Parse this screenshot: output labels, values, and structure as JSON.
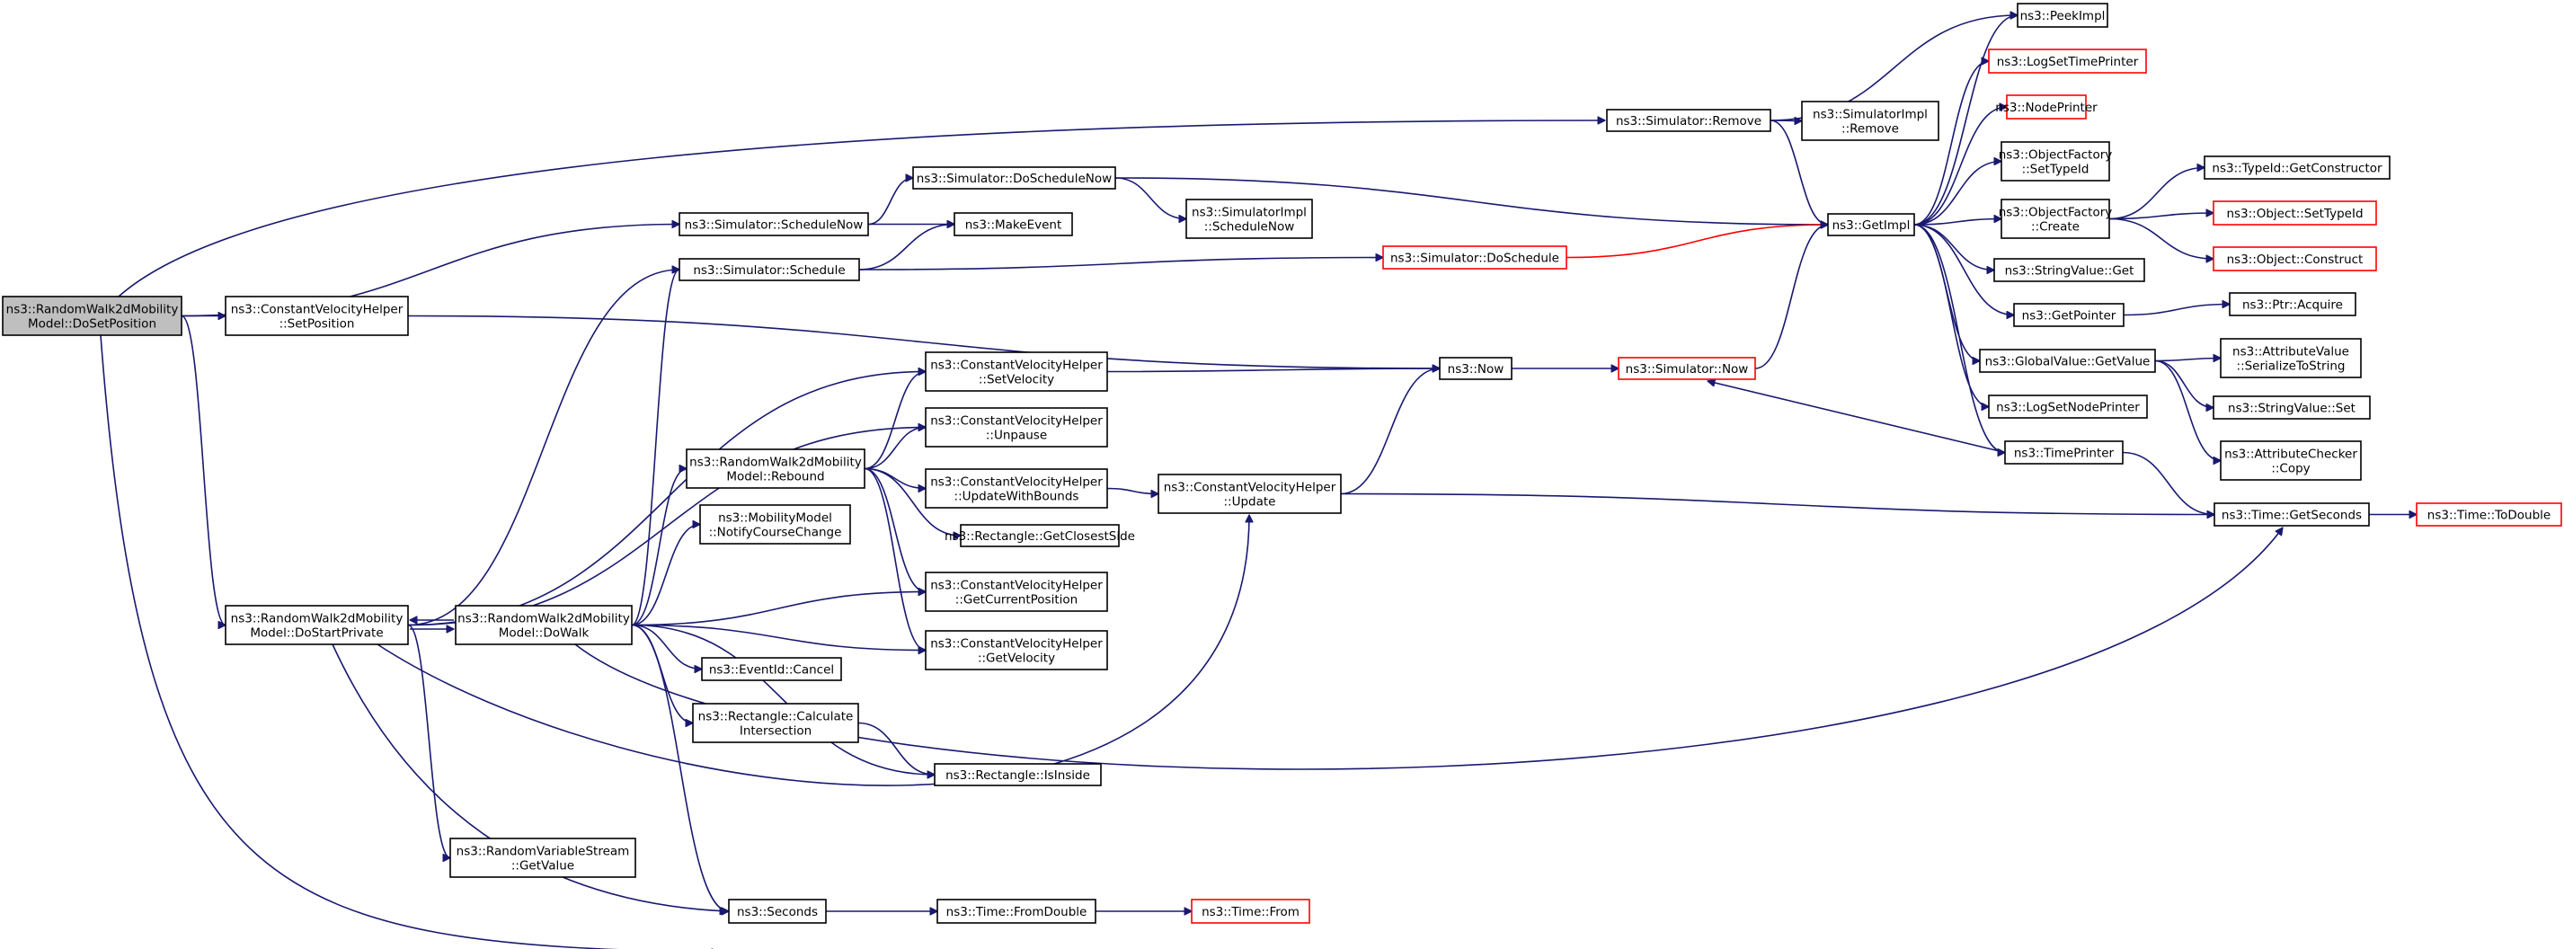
{
  "diagram": {
    "nodes": [
      {
        "id": "root",
        "lines": [
          "ns3::RandomWalk2dMobility",
          "Model::DoSetPosition"
        ],
        "style": "root"
      },
      {
        "id": "cvh_setpos",
        "lines": [
          "ns3::ConstantVelocityHelper",
          "::SetPosition"
        ],
        "style": "normal"
      },
      {
        "id": "dostartprivate",
        "lines": [
          "ns3::RandomWalk2dMobility",
          "Model::DoStartPrivate"
        ],
        "style": "normal"
      },
      {
        "id": "sim_remove",
        "lines": [
          "ns3::Simulator::Remove"
        ],
        "style": "normal"
      },
      {
        "id": "sim_schedulenow",
        "lines": [
          "ns3::Simulator::ScheduleNow"
        ],
        "style": "normal"
      },
      {
        "id": "sim_schedule",
        "lines": [
          "ns3::Simulator::Schedule"
        ],
        "style": "normal"
      },
      {
        "id": "seconds",
        "lines": [
          "ns3::Seconds"
        ],
        "style": "normal"
      },
      {
        "id": "isinside",
        "lines": [
          "ns3::Rectangle::IsInside"
        ],
        "style": "normal"
      },
      {
        "id": "gettime_seconds",
        "lines": [
          "ns3::Time::GetSeconds"
        ],
        "style": "normal"
      },
      {
        "id": "now",
        "lines": [
          "ns3::Now"
        ],
        "style": "normal"
      },
      {
        "id": "cvh_setvel",
        "lines": [
          "ns3::ConstantVelocityHelper",
          "::SetVelocity"
        ],
        "style": "normal"
      },
      {
        "id": "cvh_unpause",
        "lines": [
          "ns3::ConstantVelocityHelper",
          "::Unpause"
        ],
        "style": "normal"
      },
      {
        "id": "dowalk",
        "lines": [
          "ns3::RandomWalk2dMobility",
          "Model::DoWalk"
        ],
        "style": "normal"
      },
      {
        "id": "rvs_getvalue",
        "lines": [
          "ns3::RandomVariableStream",
          "::GetValue"
        ],
        "style": "normal"
      },
      {
        "id": "cvh_update",
        "lines": [
          "ns3::ConstantVelocityHelper",
          "::Update"
        ],
        "style": "normal"
      },
      {
        "id": "sim_doschedulenow",
        "lines": [
          "ns3::Simulator::DoScheduleNow"
        ],
        "style": "normal"
      },
      {
        "id": "makeevent",
        "lines": [
          "ns3::MakeEvent"
        ],
        "style": "normal"
      },
      {
        "id": "sim_doschedule",
        "lines": [
          "ns3::Simulator::DoSchedule"
        ],
        "style": "red"
      },
      {
        "id": "simimpl_remove",
        "lines": [
          "ns3::SimulatorImpl",
          "::Remove"
        ],
        "style": "normal"
      },
      {
        "id": "getimpl",
        "lines": [
          "ns3::GetImpl"
        ],
        "style": "normal"
      },
      {
        "id": "simimpl_schedulenow",
        "lines": [
          "ns3::SimulatorImpl",
          "::ScheduleNow"
        ],
        "style": "normal"
      },
      {
        "id": "time_fromdouble",
        "lines": [
          "ns3::Time::FromDouble"
        ],
        "style": "normal"
      },
      {
        "id": "time_todouble",
        "lines": [
          "ns3::Time::ToDouble"
        ],
        "style": "red"
      },
      {
        "id": "sim_now",
        "lines": [
          "ns3::Simulator::Now"
        ],
        "style": "red"
      },
      {
        "id": "rebound",
        "lines": [
          "ns3::RandomWalk2dMobility",
          "Model::Rebound"
        ],
        "style": "normal"
      },
      {
        "id": "cvh_updatewithbounds",
        "lines": [
          "ns3::ConstantVelocityHelper",
          "::UpdateWithBounds"
        ],
        "style": "normal"
      },
      {
        "id": "rect_getclosestside",
        "lines": [
          "ns3::Rectangle::GetClosestSide"
        ],
        "style": "normal"
      },
      {
        "id": "cvh_getcurpos",
        "lines": [
          "ns3::ConstantVelocityHelper",
          "::GetCurrentPosition"
        ],
        "style": "normal"
      },
      {
        "id": "cvh_getvel",
        "lines": [
          "ns3::ConstantVelocityHelper",
          "::GetVelocity"
        ],
        "style": "normal"
      },
      {
        "id": "mm_notify",
        "lines": [
          "ns3::MobilityModel",
          "::NotifyCourseChange"
        ],
        "style": "normal"
      },
      {
        "id": "eventid_cancel",
        "lines": [
          "ns3::EventId::Cancel"
        ],
        "style": "normal"
      },
      {
        "id": "rect_calcintersection",
        "lines": [
          "ns3::Rectangle::Calculate",
          "Intersection"
        ],
        "style": "normal"
      },
      {
        "id": "time_from",
        "lines": [
          "ns3::Time::From"
        ],
        "style": "red"
      },
      {
        "id": "peekimpl",
        "lines": [
          "ns3::PeekImpl"
        ],
        "style": "normal"
      },
      {
        "id": "logsettimeprinter",
        "lines": [
          "ns3::LogSetTimePrinter"
        ],
        "style": "red"
      },
      {
        "id": "nodeprinter",
        "lines": [
          "ns3::NodePrinter"
        ],
        "style": "red"
      },
      {
        "id": "of_settypeid",
        "lines": [
          "ns3::ObjectFactory",
          "::SetTypeId"
        ],
        "style": "normal"
      },
      {
        "id": "of_create",
        "lines": [
          "ns3::ObjectFactory",
          "::Create"
        ],
        "style": "normal"
      },
      {
        "id": "stringvalue_get",
        "lines": [
          "ns3::StringValue::Get"
        ],
        "style": "normal"
      },
      {
        "id": "getpointer",
        "lines": [
          "ns3::GetPointer"
        ],
        "style": "normal"
      },
      {
        "id": "gv_getvalue",
        "lines": [
          "ns3::GlobalValue::GetValue"
        ],
        "style": "normal"
      },
      {
        "id": "logsetnodeprinter",
        "lines": [
          "ns3::LogSetNodePrinter"
        ],
        "style": "normal"
      },
      {
        "id": "timeprinter",
        "lines": [
          "ns3::TimePrinter"
        ],
        "style": "normal"
      },
      {
        "id": "typeid_getctor",
        "lines": [
          "ns3::TypeId::GetConstructor"
        ],
        "style": "normal"
      },
      {
        "id": "object_settypeid",
        "lines": [
          "ns3::Object::SetTypeId"
        ],
        "style": "red"
      },
      {
        "id": "object_construct",
        "lines": [
          "ns3::Object::Construct"
        ],
        "style": "red"
      },
      {
        "id": "ptr_acquire",
        "lines": [
          "ns3::Ptr::Acquire"
        ],
        "style": "normal"
      },
      {
        "id": "av_serialize",
        "lines": [
          "ns3::AttributeValue",
          "::SerializeToString"
        ],
        "style": "normal"
      },
      {
        "id": "stringvalue_set",
        "lines": [
          "ns3::StringValue::Set"
        ],
        "style": "normal"
      },
      {
        "id": "ac_copy",
        "lines": [
          "ns3::AttributeChecker",
          "::Copy"
        ],
        "style": "normal"
      }
    ],
    "edges": [
      {
        "from": "root",
        "to": "cvh_setpos"
      },
      {
        "from": "root",
        "to": "dostartprivate"
      },
      {
        "from": "root",
        "to": "sim_remove"
      },
      {
        "from": "root",
        "to": "sim_schedulenow"
      },
      {
        "from": "root",
        "to": "isinside"
      },
      {
        "from": "cvh_setpos",
        "to": "now"
      },
      {
        "from": "dostartprivate",
        "to": "sim_schedule"
      },
      {
        "from": "dostartprivate",
        "to": "cvh_setvel"
      },
      {
        "from": "dostartprivate",
        "to": "cvh_unpause"
      },
      {
        "from": "dostartprivate",
        "to": "dowalk"
      },
      {
        "from": "dostartprivate",
        "to": "rvs_getvalue"
      },
      {
        "from": "dostartprivate",
        "to": "seconds"
      },
      {
        "from": "dostartprivate",
        "to": "cvh_update"
      },
      {
        "from": "dowalk",
        "to": "dostartprivate"
      },
      {
        "from": "dowalk",
        "to": "sim_schedule"
      },
      {
        "from": "dowalk",
        "to": "rebound"
      },
      {
        "from": "dowalk",
        "to": "mm_notify"
      },
      {
        "from": "dowalk",
        "to": "cvh_getcurpos"
      },
      {
        "from": "dowalk",
        "to": "cvh_getvel"
      },
      {
        "from": "dowalk",
        "to": "eventid_cancel"
      },
      {
        "from": "dowalk",
        "to": "rect_calcintersection"
      },
      {
        "from": "dowalk",
        "to": "isinside"
      },
      {
        "from": "dowalk",
        "to": "seconds"
      },
      {
        "from": "dowalk",
        "to": "gettime_seconds"
      },
      {
        "from": "rebound",
        "to": "cvh_setvel"
      },
      {
        "from": "rebound",
        "to": "cvh_unpause"
      },
      {
        "from": "rebound",
        "to": "cvh_updatewithbounds"
      },
      {
        "from": "rebound",
        "to": "rect_getclosestside"
      },
      {
        "from": "rebound",
        "to": "cvh_getcurpos"
      },
      {
        "from": "rebound",
        "to": "cvh_getvel"
      },
      {
        "from": "rect_calcintersection",
        "to": "isinside"
      },
      {
        "from": "sim_schedulenow",
        "to": "sim_doschedulenow"
      },
      {
        "from": "sim_schedulenow",
        "to": "makeevent"
      },
      {
        "from": "sim_schedule",
        "to": "makeevent"
      },
      {
        "from": "sim_schedule",
        "to": "sim_doschedule"
      },
      {
        "from": "sim_doschedulenow",
        "to": "simimpl_schedulenow"
      },
      {
        "from": "sim_doschedulenow",
        "to": "getimpl"
      },
      {
        "from": "sim_doschedule",
        "to": "getimpl",
        "style": "red"
      },
      {
        "from": "sim_remove",
        "to": "simimpl_remove"
      },
      {
        "from": "sim_remove",
        "to": "getimpl"
      },
      {
        "from": "sim_remove",
        "to": "peekimpl"
      },
      {
        "from": "cvh_setvel",
        "to": "now"
      },
      {
        "from": "cvh_updatewithbounds",
        "to": "cvh_update"
      },
      {
        "from": "cvh_update",
        "to": "now"
      },
      {
        "from": "cvh_update",
        "to": "gettime_seconds"
      },
      {
        "from": "now",
        "to": "sim_now"
      },
      {
        "from": "sim_now",
        "to": "getimpl"
      },
      {
        "from": "timeprinter",
        "to": "sim_now"
      },
      {
        "from": "timeprinter",
        "to": "gettime_seconds"
      },
      {
        "from": "seconds",
        "to": "time_fromdouble"
      },
      {
        "from": "time_fromdouble",
        "to": "time_from"
      },
      {
        "from": "gettime_seconds",
        "to": "time_todouble"
      },
      {
        "from": "getimpl",
        "to": "peekimpl"
      },
      {
        "from": "getimpl",
        "to": "logsettimeprinter"
      },
      {
        "from": "getimpl",
        "to": "nodeprinter"
      },
      {
        "from": "getimpl",
        "to": "of_settypeid"
      },
      {
        "from": "getimpl",
        "to": "of_create"
      },
      {
        "from": "getimpl",
        "to": "stringvalue_get"
      },
      {
        "from": "getimpl",
        "to": "getpointer"
      },
      {
        "from": "getimpl",
        "to": "gv_getvalue"
      },
      {
        "from": "getimpl",
        "to": "logsetnodeprinter"
      },
      {
        "from": "getimpl",
        "to": "timeprinter"
      },
      {
        "from": "of_create",
        "to": "typeid_getctor"
      },
      {
        "from": "of_create",
        "to": "object_settypeid"
      },
      {
        "from": "of_create",
        "to": "object_construct"
      },
      {
        "from": "getpointer",
        "to": "ptr_acquire"
      },
      {
        "from": "gv_getvalue",
        "to": "av_serialize"
      },
      {
        "from": "gv_getvalue",
        "to": "stringvalue_set"
      },
      {
        "from": "gv_getvalue",
        "to": "ac_copy"
      }
    ]
  }
}
